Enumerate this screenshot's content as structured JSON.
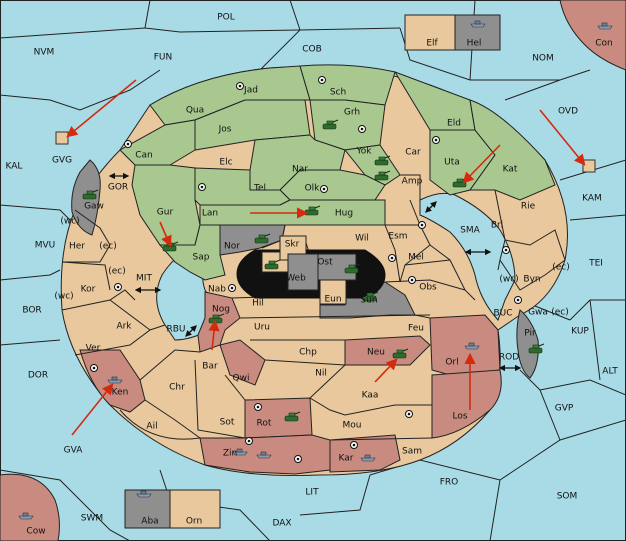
{
  "map": {
    "title": "",
    "colors": {
      "sea": "#a9dbe6",
      "land": "#e8c89c",
      "green_power": "#a8c890",
      "red_power": "#c98b80",
      "neutral_grey": "#8f8f8f",
      "order_arrow": "#d42a0e"
    },
    "sea_labels": {
      "POL": "POL",
      "NVM": "NVM",
      "FUN": "FUN",
      "COB": "COB",
      "NOM": "NOM",
      "Con": "Con",
      "OVD": "OVD",
      "KAL": "KAL",
      "GVG": "GVG",
      "KAM": "KAM",
      "GOR": "GOR",
      "MVU": "MVU",
      "MIT": "MIT",
      "SMA": "SMA",
      "TEI": "TEI",
      "BOR": "BOR",
      "RBU": "RBU",
      "BUC": "BUC",
      "KUP": "KUP",
      "DOR": "DOR",
      "ROD": "ROD",
      "ALT": "ALT",
      "GVP": "GVP",
      "GVA": "GVA",
      "FRO": "FRO",
      "SOM": "SOM",
      "LIT": "LIT",
      "SWM": "SWM",
      "DAX": "DAX",
      "Cow": "Cow"
    },
    "land_labels": {
      "Elf": "Elf",
      "Hel": "Hel",
      "Jad": "Jad",
      "Sch": "Sch",
      "Qua": "Qua",
      "Jos": "Jos",
      "Grh": "Grh",
      "Eld": "Eld",
      "Can": "Can",
      "Yok": "Yok",
      "Car": "Car",
      "Uta": "Uta",
      "Kat": "Kat",
      "Elc": "Elc",
      "Nar": "Nar",
      "Amp": "Amp",
      "Tel": "Tel",
      "Olk": "Olk",
      "Rie": "Rie",
      "Gaw": "Gaw",
      "Gur": "Gur",
      "Lan": "Lan",
      "Hug": "Hug",
      "Bri": "Bri",
      "Wil": "Wil",
      "Esm": "Esm",
      "Nor": "Nor",
      "Her": "Her",
      "Skr": "Skr",
      "Ost": "Ost",
      "Mel": "Mel",
      "Sap": "Sap",
      "Web": "Web",
      "Byn": "Byn",
      "Kor": "Kor",
      "Nab": "Nab",
      "Eun": "Eun",
      "Sun": "Sun",
      "Obs": "Obs",
      "Gwa": "Gwa",
      "Hil": "Hil",
      "Ark": "Ark",
      "Nog": "Nog",
      "Uru": "Uru",
      "Feu": "Feu",
      "Pir": "Pir",
      "Ver": "Ver",
      "Chp": "Chp",
      "Neu": "Neu",
      "Orl": "Orl",
      "Bar": "Bar",
      "Qwi": "Qwi",
      "Nil": "Nil",
      "Ken": "Ken",
      "Chr": "Chr",
      "Kaa": "Kaa",
      "Los": "Los",
      "Ail": "Ail",
      "Sot": "Sot",
      "Rot": "Rot",
      "Mou": "Mou",
      "Zin": "Zin",
      "Kar": "Kar",
      "Sam": "Sam",
      "Aba": "Aba",
      "Orn": "Orn"
    },
    "coast_labels": {
      "wc_gaw": "(wc)",
      "ec_her": "(ec)",
      "ec_kor": "(ec)",
      "wc_kor": "(wc)",
      "wc_byn": "(wc)",
      "ec_byn": "(ec)",
      "ec_gwa": "(ec)"
    }
  }
}
